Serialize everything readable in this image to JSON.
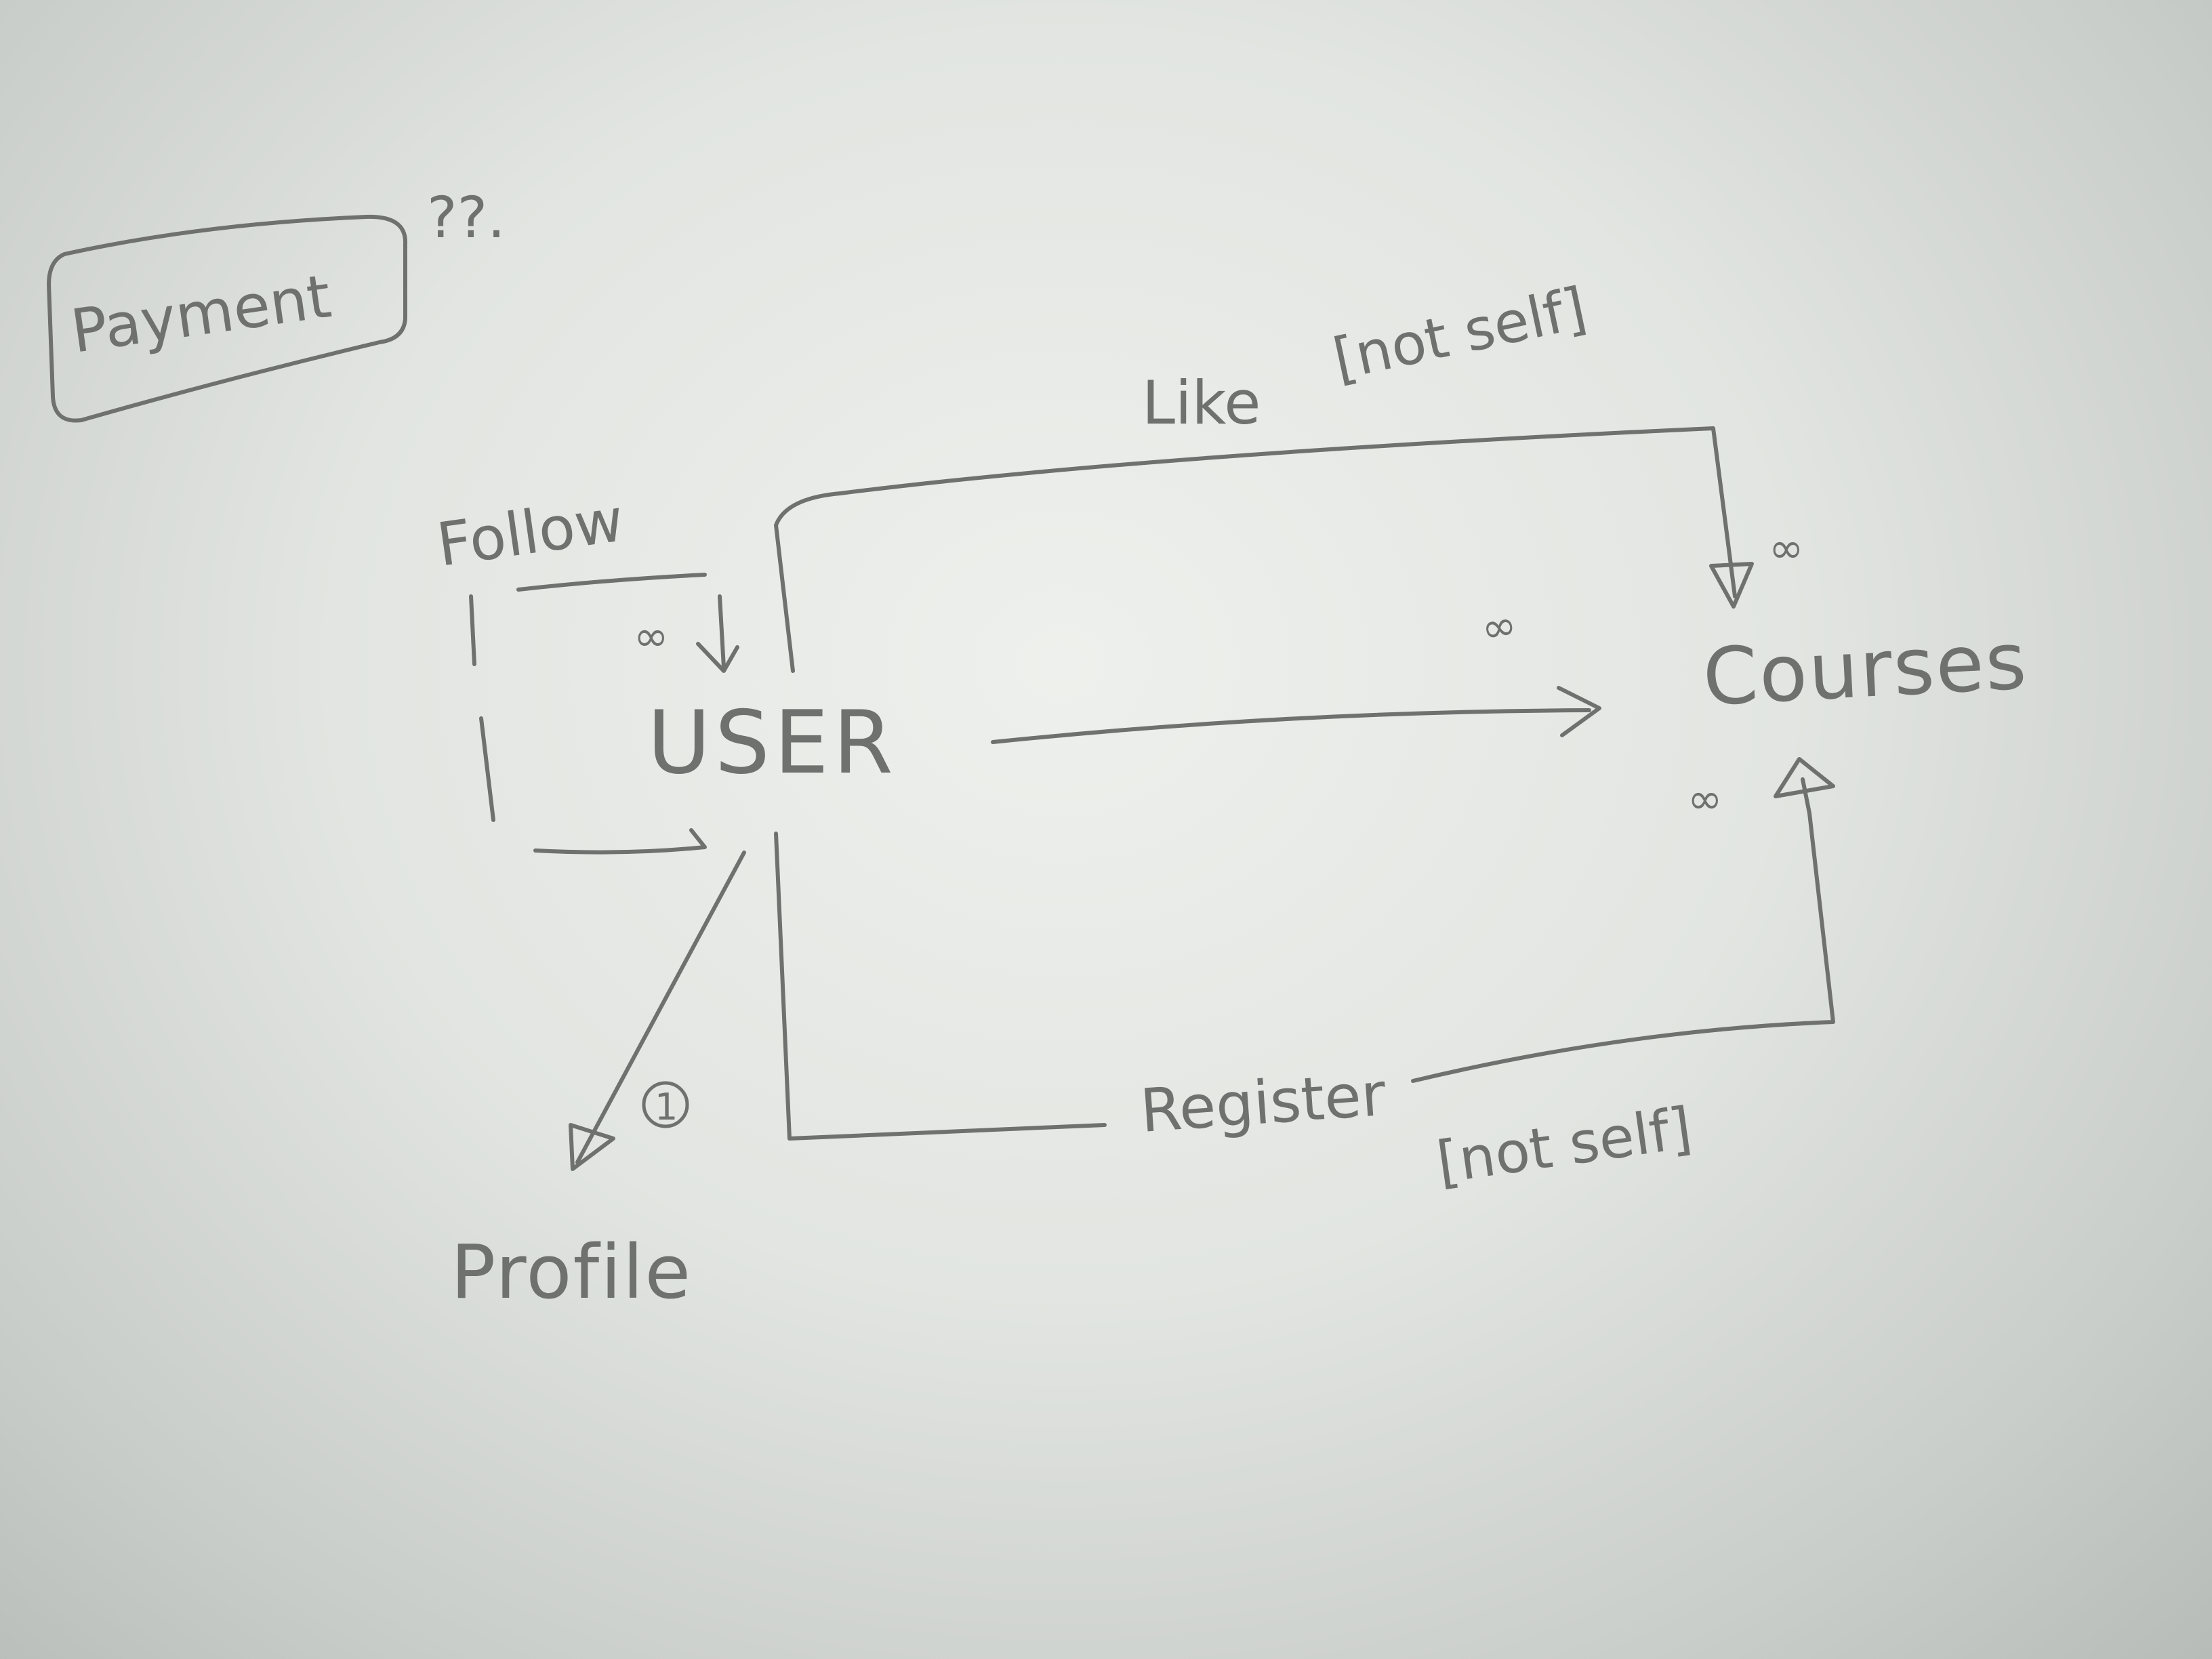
{
  "diagram": {
    "nodes": {
      "payment": "Payment",
      "payment_note": "??.",
      "user": "USER",
      "courses": "Courses",
      "profile": "Profile"
    },
    "edges": {
      "follow": {
        "label": "Follow",
        "multiplicity": "∞"
      },
      "like": {
        "label": "Like",
        "constraint": "[not self]",
        "multiplicity": "∞"
      },
      "user_courses": {
        "multiplicity": "∞"
      },
      "register": {
        "label": "Register",
        "constraint": "[not self]",
        "multiplicity": "∞"
      },
      "profile": {
        "multiplicity": "1"
      }
    },
    "colors": {
      "paper": "#e2e5e1",
      "ink": "#6f716f"
    }
  }
}
